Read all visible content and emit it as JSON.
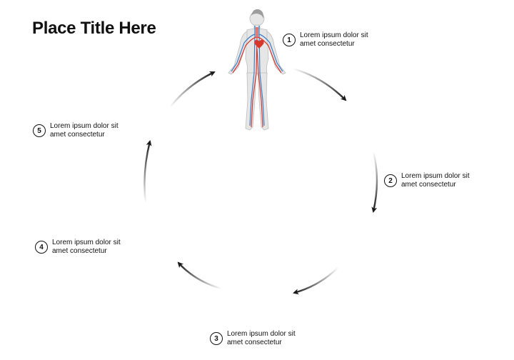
{
  "title": "Place Title Here",
  "figure": {
    "icon": "human-circulatory-system-icon"
  },
  "steps": [
    {
      "number": "1",
      "line1": "Lorem ipsum dolor sit",
      "line2": "amet consectetur"
    },
    {
      "number": "2",
      "line1": "Lorem ipsum dolor sit",
      "line2": "amet consectetur"
    },
    {
      "number": "3",
      "line1": "Lorem ipsum dolor sit",
      "line2": "amet consectetur"
    },
    {
      "number": "4",
      "line1": "Lorem ipsum dolor sit",
      "line2": "amet consectetur"
    },
    {
      "number": "5",
      "line1": "Lorem ipsum dolor sit",
      "line2": "amet consectetur"
    }
  ],
  "colors": {
    "arrow": "#1a1a1a",
    "vein": "#3a7fc4",
    "artery": "#d9362b",
    "body": "#e6e6e6"
  }
}
